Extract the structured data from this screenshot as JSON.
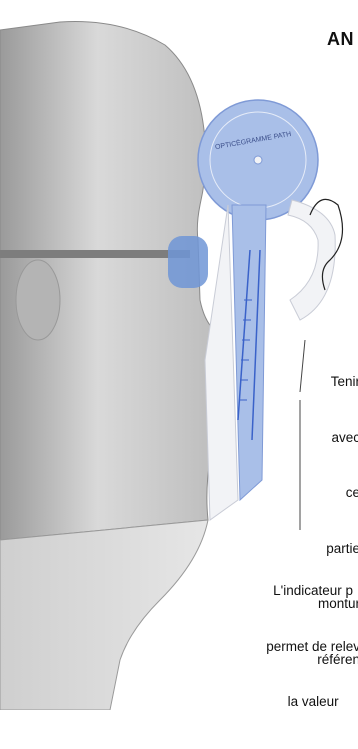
{
  "header": {
    "title": "AN"
  },
  "device": {
    "brand": "OPTICÉGRAMME PATH"
  },
  "annotations": [
    {
      "lines": [
        "Tenir",
        "avec",
        "ce",
        "partie",
        "montur",
        "référen"
      ]
    },
    {
      "lines": [
        "L'indicateur p",
        "permet de relev",
        "la valeur"
      ]
    }
  ],
  "colors": {
    "device_blue": "#a9bfe8",
    "device_white": "#f2f3f6",
    "pad_blue": "#6e95d6",
    "head_skin": "#c9c9c9",
    "line_blue": "#3a62c9"
  }
}
